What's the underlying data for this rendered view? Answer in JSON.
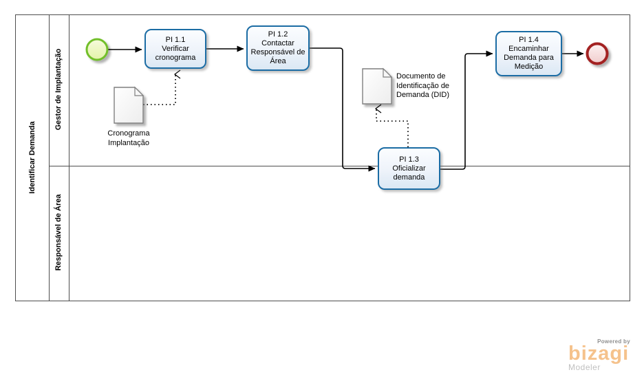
{
  "pool": {
    "title": "Identificar Demanda"
  },
  "lanes": [
    {
      "label": "Gestor de Implantação"
    },
    {
      "label": "Responsável de Área"
    }
  ],
  "tasks": [
    {
      "id": "PI 1.1",
      "label": "PI 1.1\nVerificar\ncronograma"
    },
    {
      "id": "PI 1.2",
      "label": "PI 1.2\nContactar\nResponsável de\nÁrea"
    },
    {
      "id": "PI 1.3",
      "label": "PI 1.3\nOficializar\ndemanda"
    },
    {
      "id": "PI 1.4",
      "label": "PI 1.4\nEncaminhar\nDemanda para\nMedição"
    }
  ],
  "documents": [
    {
      "label": "Cronograma\nImplantação"
    },
    {
      "label": "Documento de\nIdentificação de\nDemanda (DID)"
    }
  ],
  "events": [
    {
      "type": "start"
    },
    {
      "type": "end"
    }
  ],
  "branding": {
    "powered_by": "Powered by",
    "logo": "bizagi",
    "subtitle": "Modeler"
  },
  "colors": {
    "task_border": "#1b6ca4",
    "task_fill": "#dbe8f4",
    "start_event_stroke": "#72bf2b",
    "start_event_fill": "#e9f6ba",
    "end_event_stroke": "#a32020",
    "end_event_fill": "#f6dada",
    "document_stroke": "#7f7f7f",
    "flow_line": "#000000",
    "pool_border": "#4d4d4d",
    "logo_orange": "#f5c28c"
  }
}
